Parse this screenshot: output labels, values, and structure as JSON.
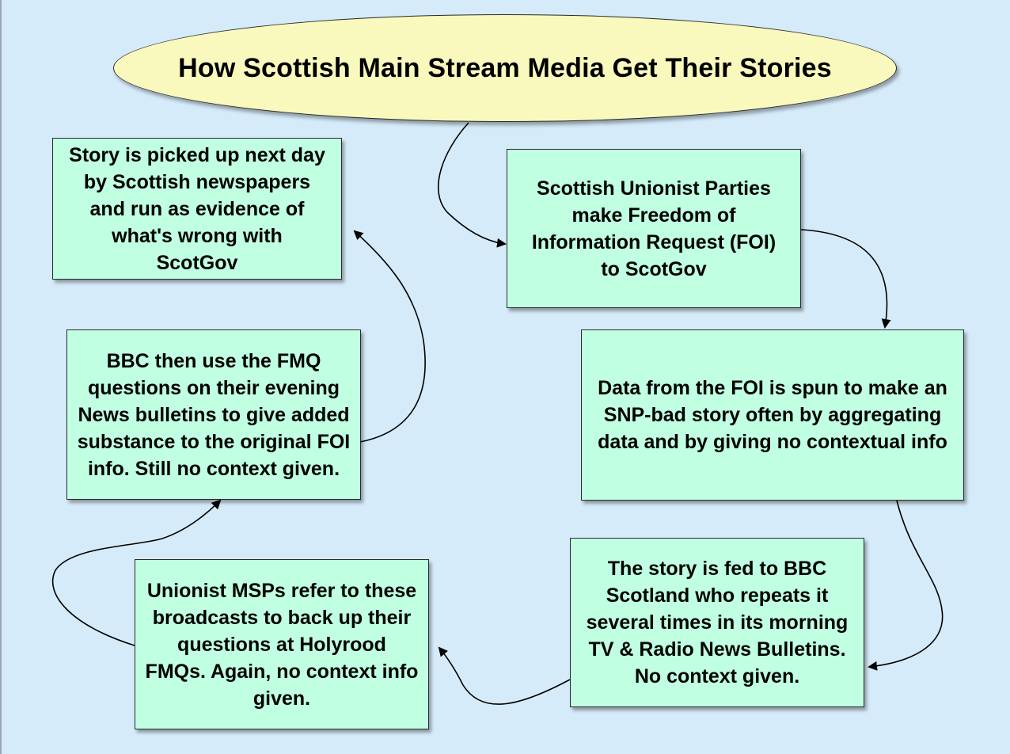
{
  "title": "How Scottish Main Stream Media Get Their Stories",
  "nodes": {
    "foi_request": "Scottish Unionist Parties make Freedom of Information Request (FOI) to ScotGov",
    "data_spun": "Data from the FOI is spun to make an SNP-bad story often by aggregating data and by giving no contextual info",
    "bbc_scotland": "The story is fed to BBC Scotland who repeats it several times in its morning TV & Radio News Bulletins. No context given.",
    "msps_fmqs": "Unionist MSPs refer to these broadcasts to back up their questions at Holyrood FMQs. Again, no context info given.",
    "bbc_evening": "BBC then use the FMQ questions on their evening News bulletins to give added substance to the original FOI info. Still no context given.",
    "newspapers": "Story is picked up next day by Scottish newspapers and run as evidence of what's wrong with ScotGov"
  },
  "colors": {
    "background": "#d6ebf9",
    "title_fill": "#f9f9bd",
    "box_fill": "#c0ffe2",
    "stroke": "#000000"
  }
}
